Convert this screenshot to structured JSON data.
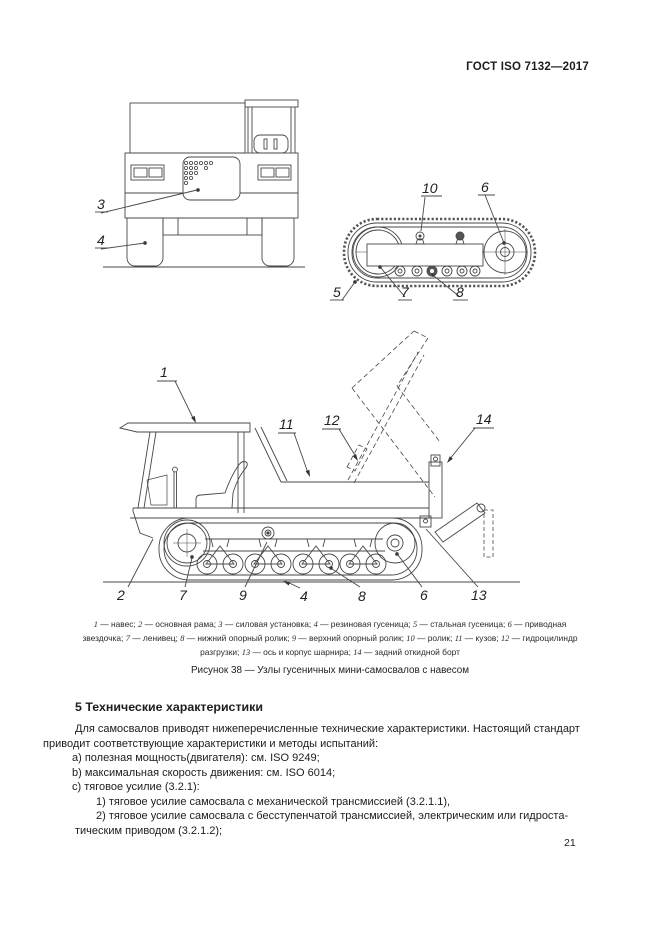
{
  "doc": {
    "header": "ГОСТ ISO 7132—2017",
    "page_number": "21"
  },
  "figure": {
    "caption_line1": "1 — навес; 2 — основная рама; 3 — силовая установка; 4 — резиновая гусеница; 5 — стальная гусеница; 6 — приводная",
    "caption_line2": "звездочка; 7 — ленивец; 8 — нижний опорный ролик; 9 — верхний опорный ролик; 10 — ролик; 11 — кузов; 12 — гидроцилиндр",
    "caption_line3": "разгрузки; 13 — ось и корпус шарнира; 14 — задний откидной борт",
    "title": "Рисунок 38 — Узлы гусеничных мини-самосвалов с навесом",
    "front_labels": {
      "n3": "3",
      "n4": "4"
    },
    "track_labels": {
      "n10": "10",
      "n6": "6",
      "n5": "5",
      "n7": "7",
      "n8": "8"
    },
    "side_labels": {
      "n1": "1",
      "n11": "11",
      "n12": "12",
      "n14": "14",
      "n2": "2",
      "n7": "7",
      "n9": "9",
      "n4": "4",
      "n8": "8",
      "n6": "6",
      "n13": "13"
    }
  },
  "section": {
    "heading": "5 Технические характеристики",
    "line1": "Для самосвалов приводят нижеперечисленные технические характеристики. Настоящий стандарт",
    "line2": "приводит соответствующие характеристики и методы испытаний:",
    "item_a": "а) полезная мощность(двигателя): см. ISO 9249;",
    "item_b": "b) максимальная скорость движения: см. ISO 6014;",
    "item_c": "с) тяговое усилие (3.2.1):",
    "sub1": "1) тяговое усилие самосвала с механической трансмиссией (3.2.1.1),",
    "sub2_line1": "2) тяговое усилие самосвала с бесступенчатой трансмиссией, электрическим или гидроста-",
    "sub2_line2": "тическим приводом (3.2.1.2);"
  }
}
